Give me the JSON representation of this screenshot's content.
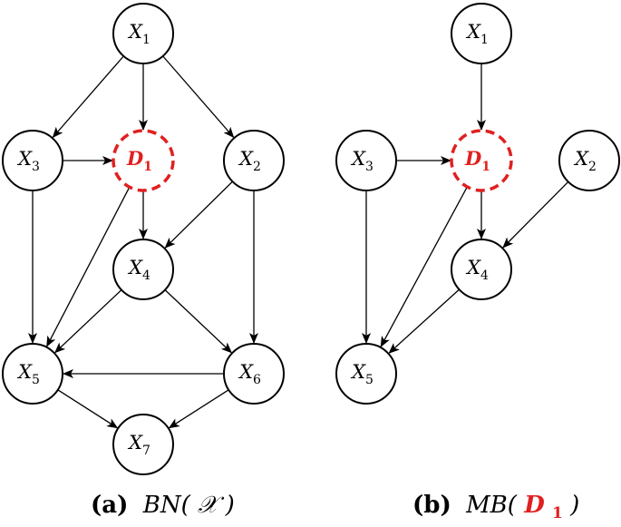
{
  "colors": {
    "highlight": "#e02020",
    "stroke": "#000000"
  },
  "diagram_a": {
    "caption_prefix": "(a)",
    "caption_math": "BN(",
    "caption_symbol": "𝒳",
    "caption_close": ")",
    "nodes": [
      {
        "id": "X1",
        "base": "X",
        "sub": "1",
        "highlight": false
      },
      {
        "id": "X3",
        "base": "X",
        "sub": "3",
        "highlight": false
      },
      {
        "id": "D1",
        "base": "D",
        "sub": "1",
        "highlight": true
      },
      {
        "id": "X2",
        "base": "X",
        "sub": "2",
        "highlight": false
      },
      {
        "id": "X4",
        "base": "X",
        "sub": "4",
        "highlight": false
      },
      {
        "id": "X5",
        "base": "X",
        "sub": "5",
        "highlight": false
      },
      {
        "id": "X6",
        "base": "X",
        "sub": "6",
        "highlight": false
      },
      {
        "id": "X7",
        "base": "X",
        "sub": "7",
        "highlight": false
      }
    ],
    "edges": [
      [
        "X1",
        "X3"
      ],
      [
        "X1",
        "D1"
      ],
      [
        "X1",
        "X2"
      ],
      [
        "X3",
        "D1"
      ],
      [
        "X3",
        "X5"
      ],
      [
        "D1",
        "X4"
      ],
      [
        "D1",
        "X5"
      ],
      [
        "X2",
        "X4"
      ],
      [
        "X2",
        "X6"
      ],
      [
        "X4",
        "X5"
      ],
      [
        "X4",
        "X6"
      ],
      [
        "X6",
        "X5"
      ],
      [
        "X5",
        "X7"
      ],
      [
        "X6",
        "X7"
      ]
    ]
  },
  "diagram_b": {
    "caption_prefix": "(b)",
    "caption_math": "MB(",
    "caption_symbol_base": "D",
    "caption_symbol_sub": "1",
    "caption_close": ")",
    "nodes": [
      {
        "id": "X1",
        "base": "X",
        "sub": "1",
        "highlight": false
      },
      {
        "id": "X3",
        "base": "X",
        "sub": "3",
        "highlight": false
      },
      {
        "id": "D1",
        "base": "D",
        "sub": "1",
        "highlight": true
      },
      {
        "id": "X2",
        "base": "X",
        "sub": "2",
        "highlight": false
      },
      {
        "id": "X4",
        "base": "X",
        "sub": "4",
        "highlight": false
      },
      {
        "id": "X5",
        "base": "X",
        "sub": "5",
        "highlight": false
      }
    ],
    "edges": [
      [
        "X1",
        "D1"
      ],
      [
        "X3",
        "D1"
      ],
      [
        "X3",
        "X5"
      ],
      [
        "D1",
        "X4"
      ],
      [
        "D1",
        "X5"
      ],
      [
        "X2",
        "X4"
      ],
      [
        "X4",
        "X5"
      ]
    ]
  }
}
